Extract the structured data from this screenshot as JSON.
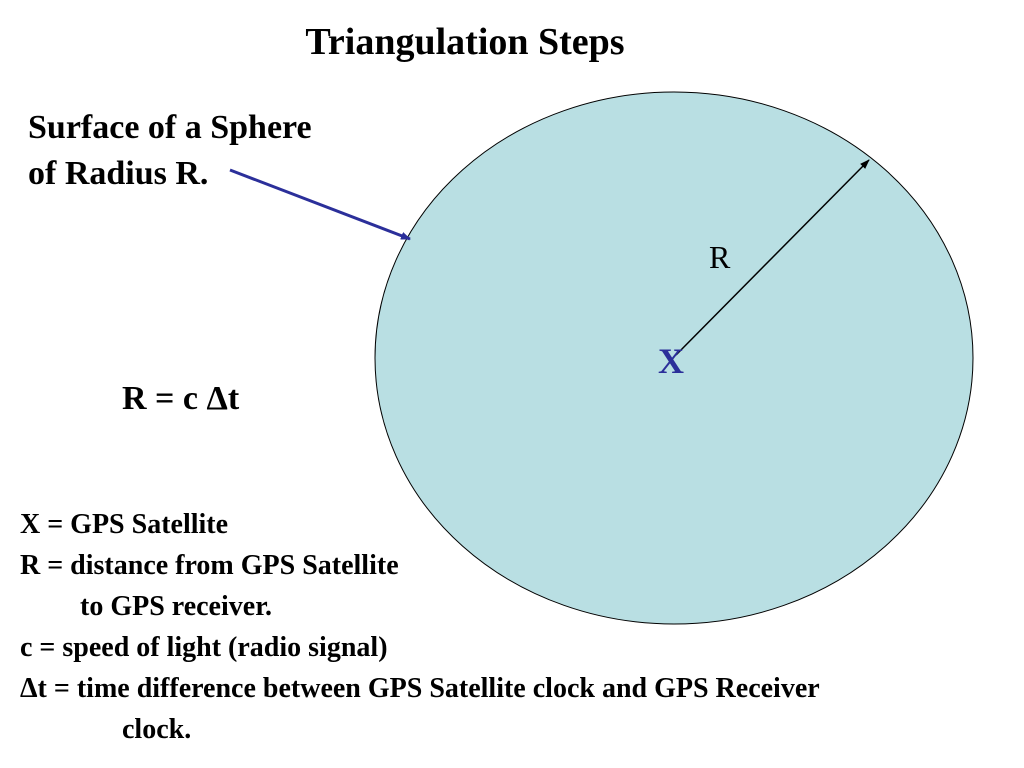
{
  "title": "Triangulation Steps",
  "sphere_label": {
    "line1": "Surface of a Sphere",
    "line2": "of Radius R."
  },
  "radius_label": "R",
  "satellite_marker": "X",
  "formula": "R = c Δt",
  "legend": {
    "line1": "X = GPS Satellite",
    "line2": "R = distance from GPS Satellite",
    "line3": "to GPS receiver.",
    "line4": "c = speed of light (radio signal)",
    "line5": "Δt = time difference between GPS Satellite clock and GPS Receiver",
    "line6": "clock."
  },
  "colors": {
    "sphere_fill": "#b9dfe3",
    "arrow": "#2b2f9a",
    "satellite_marker": "#2b2f9a"
  }
}
